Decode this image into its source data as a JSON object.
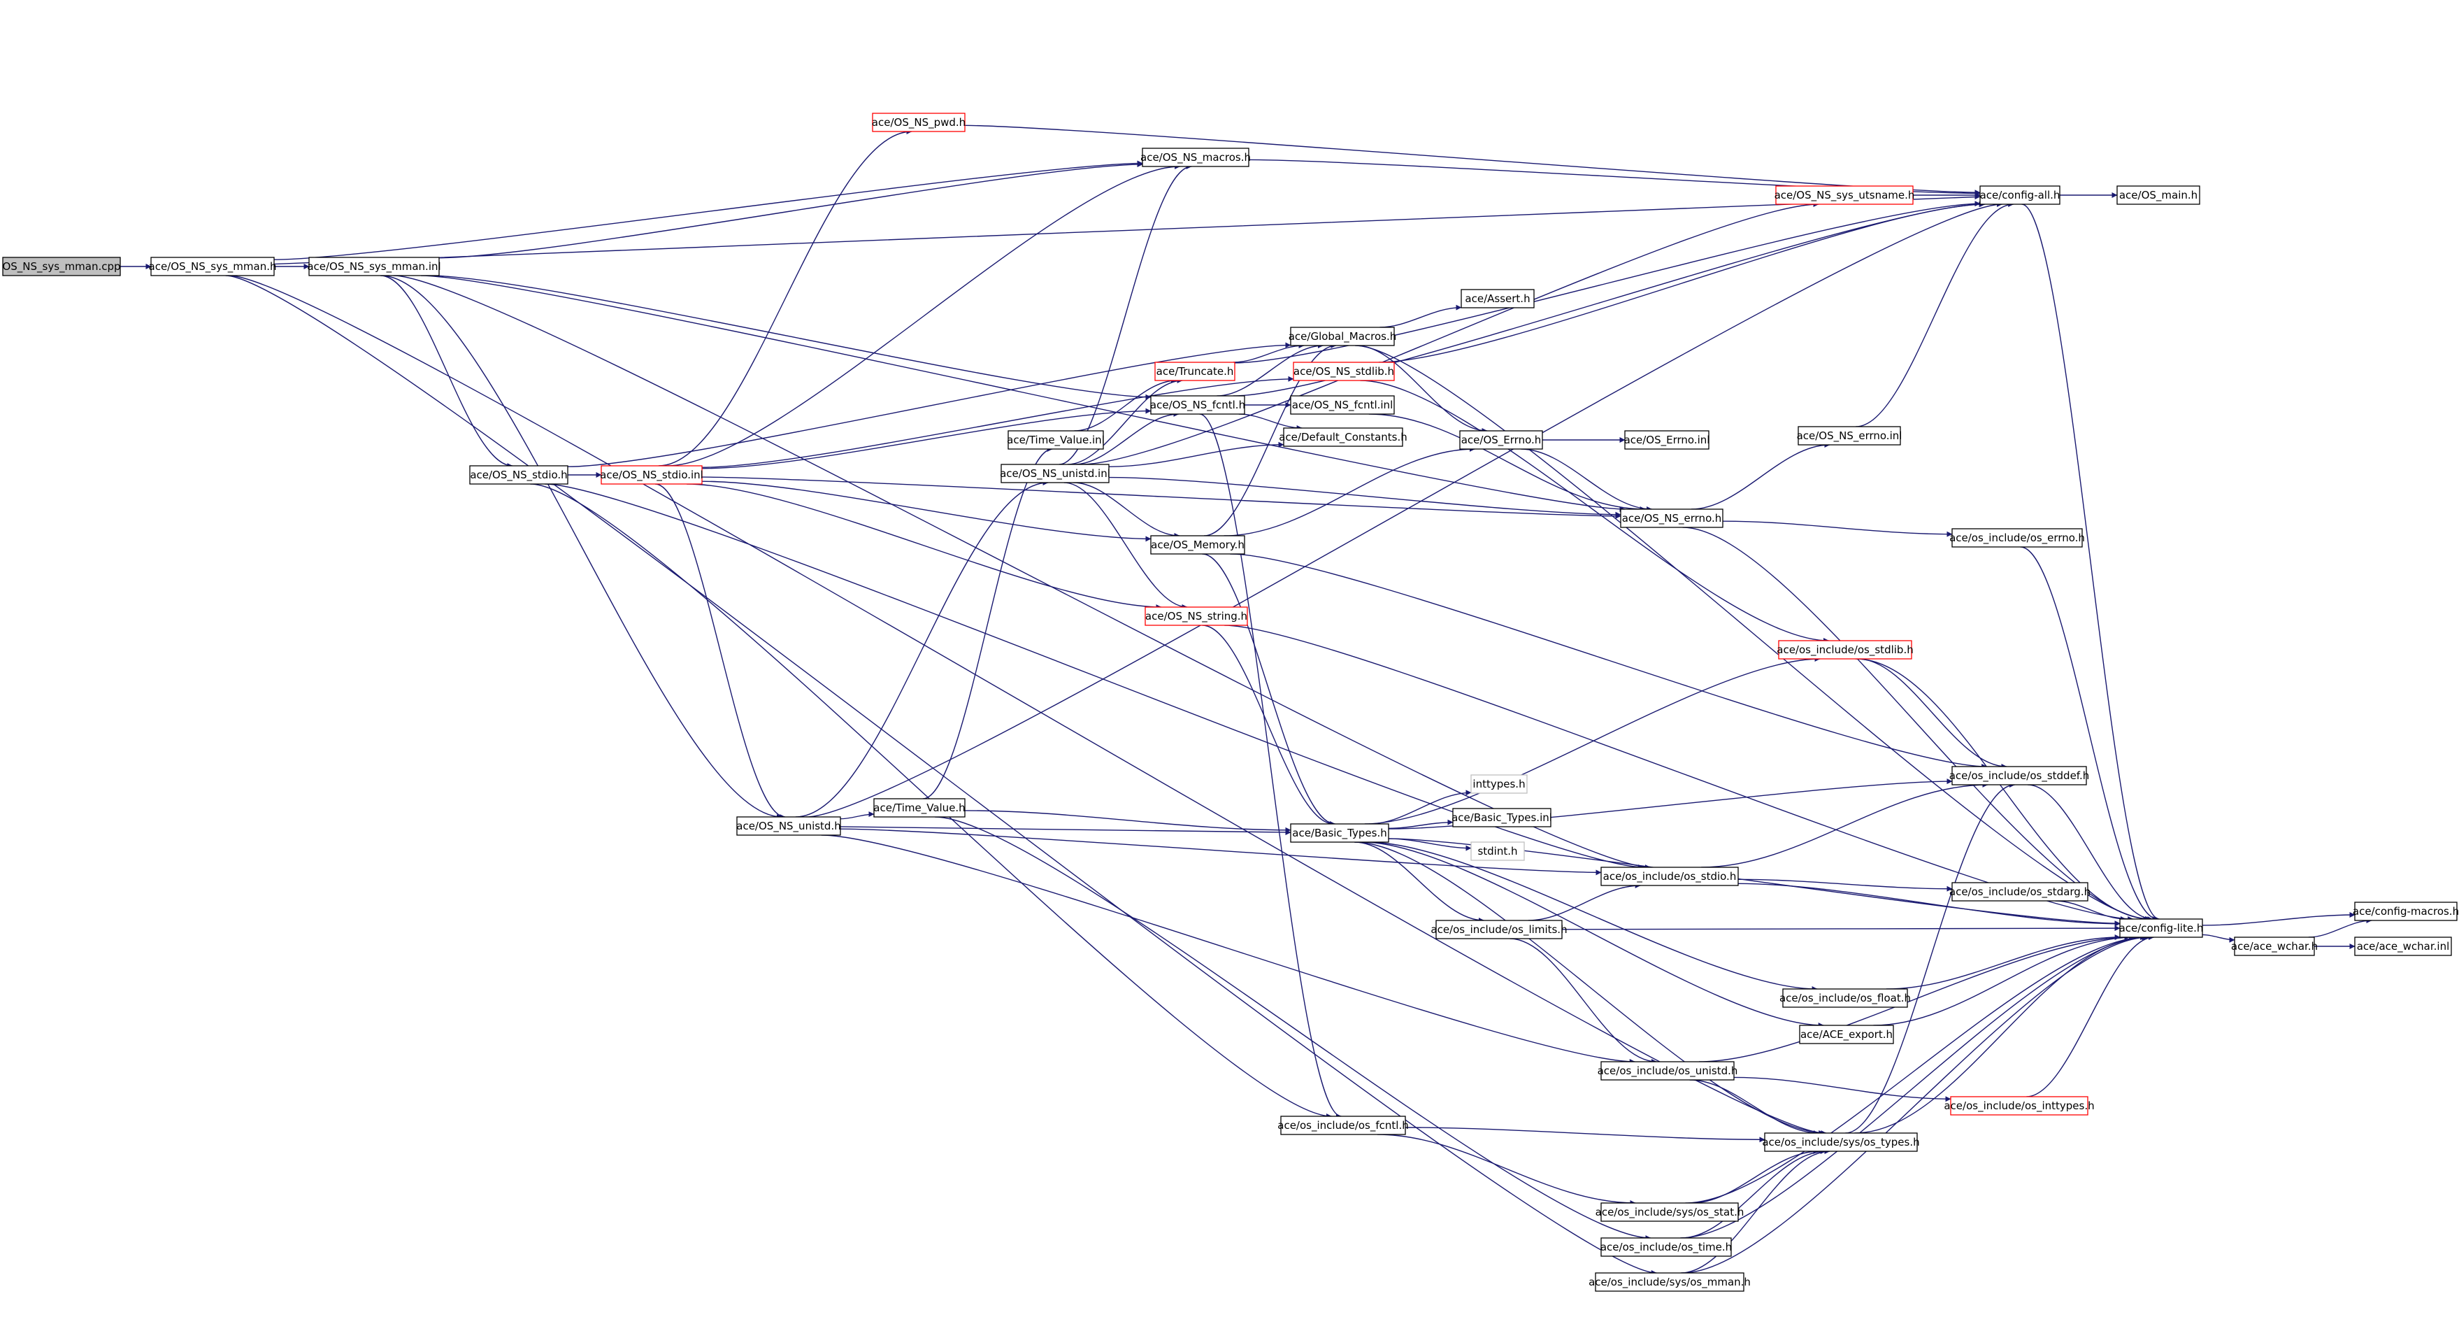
{
  "colors": {
    "edge": "#191970",
    "node_border_black": "#000000",
    "node_border_red": "#ff0000",
    "node_border_grey": "#bfbfbf",
    "root_fill": "#bfbfbf",
    "node_fill": "#ffffff"
  },
  "nodes": [
    {
      "id": "root",
      "label": "OS_NS_sys_mman.cpp",
      "style": "root"
    },
    {
      "id": "mman_h",
      "label": "ace/OS_NS_sys_mman.h",
      "style": "black"
    },
    {
      "id": "mman_inl",
      "label": "ace/OS_NS_sys_mman.inl",
      "style": "black"
    },
    {
      "id": "pwd_h",
      "label": "ace/OS_NS_pwd.h",
      "style": "red"
    },
    {
      "id": "macros_h",
      "label": "ace/OS_NS_macros.h",
      "style": "black"
    },
    {
      "id": "utsname_h",
      "label": "ace/OS_NS_sys_utsname.h",
      "style": "red"
    },
    {
      "id": "config_all",
      "label": "ace/config-all.h",
      "style": "black"
    },
    {
      "id": "os_main",
      "label": "ace/OS_main.h",
      "style": "black"
    },
    {
      "id": "assert_h",
      "label": "ace/Assert.h",
      "style": "black"
    },
    {
      "id": "global_macros",
      "label": "ace/Global_Macros.h",
      "style": "black"
    },
    {
      "id": "truncate_h",
      "label": "ace/Truncate.h",
      "style": "red"
    },
    {
      "id": "stdlib_h",
      "label": "ace/OS_NS_stdlib.h",
      "style": "red"
    },
    {
      "id": "fcntl_h",
      "label": "ace/OS_NS_fcntl.h",
      "style": "black"
    },
    {
      "id": "fcntl_inl",
      "label": "ace/OS_NS_fcntl.inl",
      "style": "black"
    },
    {
      "id": "time_value_inl",
      "label": "ace/Time_Value.inl",
      "style": "black"
    },
    {
      "id": "default_constants",
      "label": "ace/Default_Constants.h",
      "style": "black"
    },
    {
      "id": "os_errno_h",
      "label": "ace/OS_Errno.h",
      "style": "black"
    },
    {
      "id": "os_errno_inl",
      "label": "ace/OS_Errno.inl",
      "style": "black"
    },
    {
      "id": "ns_errno_inl",
      "label": "ace/OS_NS_errno.inl",
      "style": "black"
    },
    {
      "id": "stdio_h",
      "label": "ace/OS_NS_stdio.h",
      "style": "black"
    },
    {
      "id": "stdio_inl",
      "label": "ace/OS_NS_stdio.inl",
      "style": "red"
    },
    {
      "id": "unistd_inl",
      "label": "ace/OS_NS_unistd.inl",
      "style": "black"
    },
    {
      "id": "ns_errno_h",
      "label": "ace/OS_NS_errno.h",
      "style": "black"
    },
    {
      "id": "os_memory",
      "label": "ace/OS_Memory.h",
      "style": "black"
    },
    {
      "id": "os_errno_inc",
      "label": "ace/os_include/os_errno.h",
      "style": "black"
    },
    {
      "id": "string_h",
      "label": "ace/OS_NS_string.h",
      "style": "red"
    },
    {
      "id": "os_stdlib_inc",
      "label": "ace/os_include/os_stdlib.h",
      "style": "red"
    },
    {
      "id": "os_stddef_inc",
      "label": "ace/os_include/os_stddef.h",
      "style": "black"
    },
    {
      "id": "inttypes_h",
      "label": "inttypes.h",
      "style": "grey"
    },
    {
      "id": "unistd_h",
      "label": "ace/OS_NS_unistd.h",
      "style": "black"
    },
    {
      "id": "time_value_h",
      "label": "ace/Time_Value.h",
      "style": "black"
    },
    {
      "id": "basic_types_inl",
      "label": "ace/Basic_Types.inl",
      "style": "black"
    },
    {
      "id": "basic_types_h",
      "label": "ace/Basic_Types.h",
      "style": "black"
    },
    {
      "id": "stdint_h",
      "label": "stdint.h",
      "style": "grey"
    },
    {
      "id": "os_stdio_inc",
      "label": "ace/os_include/os_stdio.h",
      "style": "black"
    },
    {
      "id": "os_stdarg_inc",
      "label": "ace/os_include/os_stdarg.h",
      "style": "black"
    },
    {
      "id": "config_macros",
      "label": "ace/config-macros.h",
      "style": "black"
    },
    {
      "id": "config_lite",
      "label": "ace/config-lite.h",
      "style": "black"
    },
    {
      "id": "ace_wchar_h",
      "label": "ace/ace_wchar.h",
      "style": "black"
    },
    {
      "id": "ace_wchar_inl",
      "label": "ace/ace_wchar.inl",
      "style": "black"
    },
    {
      "id": "os_limits_inc",
      "label": "ace/os_include/os_limits.h",
      "style": "black"
    },
    {
      "id": "os_float_inc",
      "label": "ace/os_include/os_float.h",
      "style": "black"
    },
    {
      "id": "ace_export",
      "label": "ace/ACE_export.h",
      "style": "black"
    },
    {
      "id": "os_unistd_inc",
      "label": "ace/os_include/os_unistd.h",
      "style": "black"
    },
    {
      "id": "os_inttypes_inc",
      "label": "ace/os_include/os_inttypes.h",
      "style": "red"
    },
    {
      "id": "os_fcntl_inc",
      "label": "ace/os_include/os_fcntl.h",
      "style": "black"
    },
    {
      "id": "os_types_inc",
      "label": "ace/os_include/sys/os_types.h",
      "style": "black"
    },
    {
      "id": "os_stat_inc",
      "label": "ace/os_include/sys/os_stat.h",
      "style": "black"
    },
    {
      "id": "os_time_inc",
      "label": "ace/os_include/os_time.h",
      "style": "black"
    },
    {
      "id": "os_mman_inc",
      "label": "ace/os_include/sys/os_mman.h",
      "style": "black"
    }
  ],
  "edges": [
    [
      "root",
      "mman_h"
    ],
    [
      "mman_h",
      "mman_inl"
    ],
    [
      "mman_h",
      "config_all"
    ],
    [
      "mman_h",
      "os_mman_inc"
    ],
    [
      "mman_h",
      "os_types_inc"
    ],
    [
      "mman_h",
      "macros_h"
    ],
    [
      "mman_inl",
      "stdio_h"
    ],
    [
      "mman_inl",
      "fcntl_h"
    ],
    [
      "mman_inl",
      "macros_h"
    ],
    [
      "mman_inl",
      "unistd_h"
    ],
    [
      "mman_inl",
      "ns_errno_h"
    ],
    [
      "mman_inl",
      "os_stdio_inc"
    ],
    [
      "pwd_h",
      "config_all"
    ],
    [
      "macros_h",
      "config_all"
    ],
    [
      "utsname_h",
      "config_all"
    ],
    [
      "config_all",
      "os_main"
    ],
    [
      "config_all",
      "config_lite"
    ],
    [
      "global_macros",
      "assert_h"
    ],
    [
      "global_macros",
      "os_errno_h"
    ],
    [
      "global_macros",
      "config_lite"
    ],
    [
      "truncate_h",
      "global_macros"
    ],
    [
      "truncate_h",
      "config_all"
    ],
    [
      "stdlib_h",
      "config_all"
    ],
    [
      "stdlib_h",
      "os_stdlib_inc"
    ],
    [
      "fcntl_h",
      "fcntl_inl"
    ],
    [
      "fcntl_h",
      "global_macros"
    ],
    [
      "fcntl_h",
      "default_constants"
    ],
    [
      "fcntl_h",
      "os_fcntl_inc"
    ],
    [
      "fcntl_h",
      "config_all"
    ],
    [
      "fcntl_inl",
      "ns_errno_h"
    ],
    [
      "time_value_inl",
      "truncate_h"
    ],
    [
      "os_errno_h",
      "os_errno_inl"
    ],
    [
      "os_errno_h",
      "ns_errno_h"
    ],
    [
      "ns_errno_inl",
      "config_all"
    ],
    [
      "stdio_h",
      "stdio_inl"
    ],
    [
      "stdio_h",
      "global_macros"
    ],
    [
      "stdio_h",
      "os_stdio_inc"
    ],
    [
      "stdio_h",
      "os_fcntl_inc"
    ],
    [
      "stdio_inl",
      "pwd_h"
    ],
    [
      "stdio_inl",
      "macros_h"
    ],
    [
      "stdio_inl",
      "stdlib_h"
    ],
    [
      "stdio_inl",
      "fcntl_h"
    ],
    [
      "stdio_inl",
      "os_memory"
    ],
    [
      "stdio_inl",
      "string_h"
    ],
    [
      "stdio_inl",
      "ns_errno_h"
    ],
    [
      "stdio_inl",
      "unistd_h"
    ],
    [
      "unistd_inl",
      "truncate_h"
    ],
    [
      "unistd_inl",
      "fcntl_h"
    ],
    [
      "unistd_inl",
      "default_constants"
    ],
    [
      "unistd_inl",
      "os_memory"
    ],
    [
      "unistd_inl",
      "string_h"
    ],
    [
      "unistd_inl",
      "ns_errno_h"
    ],
    [
      "unistd_inl",
      "macros_h"
    ],
    [
      "unistd_inl",
      "utsname_h"
    ],
    [
      "ns_errno_h",
      "ns_errno_inl"
    ],
    [
      "ns_errno_h",
      "os_errno_inc"
    ],
    [
      "ns_errno_h",
      "config_lite"
    ],
    [
      "os_memory",
      "global_macros"
    ],
    [
      "os_memory",
      "os_errno_h"
    ],
    [
      "os_memory",
      "basic_types_h"
    ],
    [
      "os_memory",
      "os_stddef_inc"
    ],
    [
      "os_errno_inc",
      "config_lite"
    ],
    [
      "string_h",
      "basic_types_h"
    ],
    [
      "string_h",
      "config_lite"
    ],
    [
      "os_stdlib_inc",
      "os_stddef_inc"
    ],
    [
      "os_stdlib_inc",
      "config_lite"
    ],
    [
      "os_stddef_inc",
      "config_lite"
    ],
    [
      "unistd_h",
      "time_value_h"
    ],
    [
      "unistd_h",
      "basic_types_h"
    ],
    [
      "unistd_h",
      "unistd_inl"
    ],
    [
      "unistd_h",
      "os_unistd_inc"
    ],
    [
      "unistd_h",
      "os_stdio_inc"
    ],
    [
      "unistd_h",
      "config_all"
    ],
    [
      "time_value_h",
      "basic_types_h"
    ],
    [
      "time_value_h",
      "time_value_inl"
    ],
    [
      "time_value_h",
      "os_time_inc"
    ],
    [
      "basic_types_h",
      "inttypes_h"
    ],
    [
      "basic_types_h",
      "basic_types_inl"
    ],
    [
      "basic_types_h",
      "stdint_h"
    ],
    [
      "basic_types_h",
      "os_limits_inc"
    ],
    [
      "basic_types_h",
      "os_float_inc"
    ],
    [
      "basic_types_h",
      "ace_export"
    ],
    [
      "basic_types_h",
      "os_types_inc"
    ],
    [
      "basic_types_h",
      "os_stdlib_inc"
    ],
    [
      "basic_types_h",
      "os_stddef_inc"
    ],
    [
      "basic_types_h",
      "config_lite"
    ],
    [
      "os_stdio_inc",
      "os_stdarg_inc"
    ],
    [
      "os_stdio_inc",
      "os_stddef_inc"
    ],
    [
      "os_stdio_inc",
      "config_lite"
    ],
    [
      "os_stdarg_inc",
      "config_lite"
    ],
    [
      "config_lite",
      "config_macros"
    ],
    [
      "config_lite",
      "ace_wchar_h"
    ],
    [
      "ace_wchar_h",
      "ace_wchar_inl"
    ],
    [
      "ace_wchar_h",
      "config_macros"
    ],
    [
      "os_limits_inc",
      "os_stdio_inc"
    ],
    [
      "os_limits_inc",
      "os_unistd_inc"
    ],
    [
      "os_limits_inc",
      "config_lite"
    ],
    [
      "os_float_inc",
      "config_lite"
    ],
    [
      "ace_export",
      "config_lite"
    ],
    [
      "os_unistd_inc",
      "os_types_inc"
    ],
    [
      "os_unistd_inc",
      "os_inttypes_inc"
    ],
    [
      "os_unistd_inc",
      "config_lite"
    ],
    [
      "os_inttypes_inc",
      "config_lite"
    ],
    [
      "os_fcntl_inc",
      "os_types_inc"
    ],
    [
      "os_fcntl_inc",
      "os_stat_inc"
    ],
    [
      "os_types_inc",
      "os_stddef_inc"
    ],
    [
      "os_types_inc",
      "config_lite"
    ],
    [
      "os_stat_inc",
      "os_types_inc"
    ],
    [
      "os_stat_inc",
      "config_lite"
    ],
    [
      "os_time_inc",
      "os_types_inc"
    ],
    [
      "os_time_inc",
      "config_lite"
    ],
    [
      "os_mman_inc",
      "os_types_inc"
    ],
    [
      "os_mman_inc",
      "config_lite"
    ]
  ]
}
